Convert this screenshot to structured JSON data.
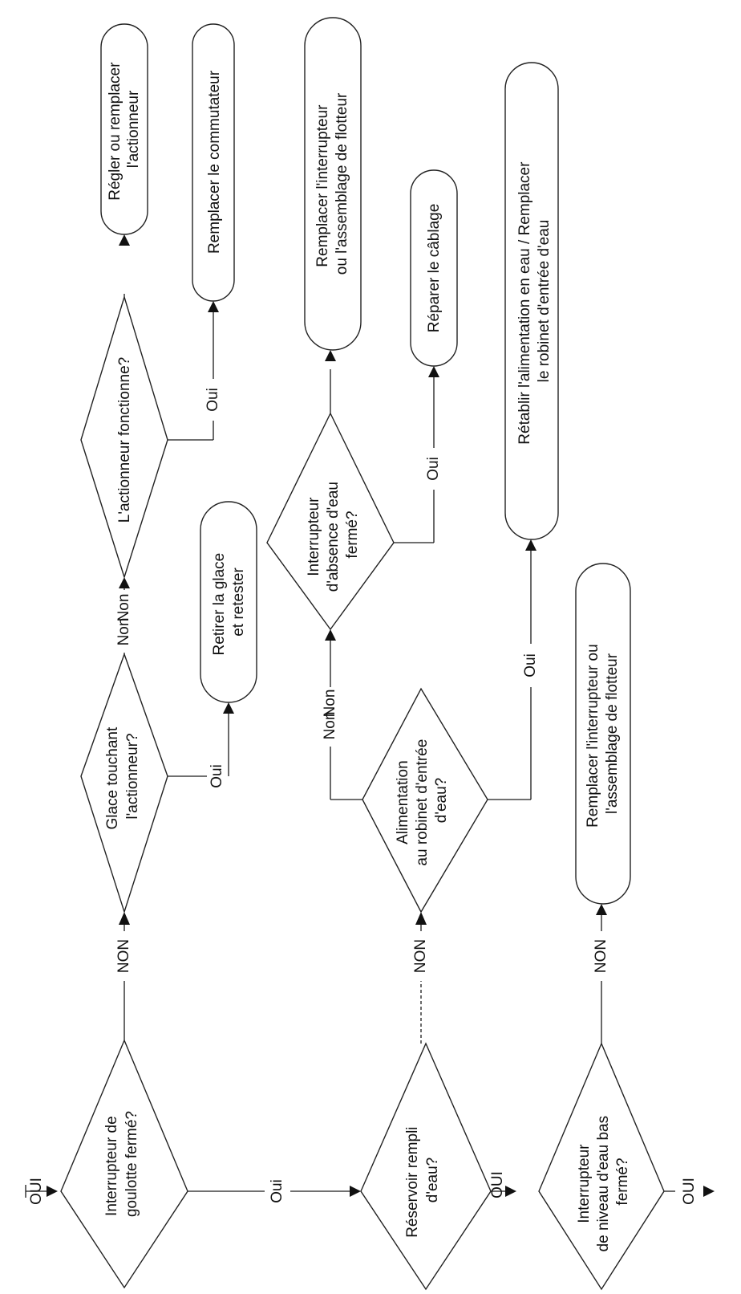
{
  "entry": "OUI",
  "exit": "OUI",
  "decisions": {
    "chute_switch": [
      "Interrupteur de",
      "goulotte fermé?"
    ],
    "ice_touching": [
      "Glace touchant",
      "l'actionneur?"
    ],
    "actuator_works": [
      "L'actionneur fonctionne?"
    ],
    "reservoir_full": [
      "Réservoir rempli",
      "d'eau?"
    ],
    "water_supply": [
      "Alimentation",
      "au robinet d'entrée",
      "d'eau?"
    ],
    "no_water_switch": [
      "Interrupteur",
      "d'absence d'eau",
      "fermé?"
    ],
    "low_level_switch": [
      "Interrupteur",
      "de niveau d'eau bas",
      "fermé?"
    ]
  },
  "terminals": {
    "adjust_actuator": [
      "Régler ou remplacer",
      "l'actionneur"
    ],
    "replace_switch": [
      "Remplacer le commutateur"
    ],
    "remove_ice": [
      "Retirer la glace",
      "et retester"
    ],
    "replace_float_1": [
      "Remplacer l'interrupteur",
      "ou l'assemblage de flotteur"
    ],
    "repair_wiring": [
      "Réparer le câblage"
    ],
    "restore_water": [
      "Rétablir l'alimentation en eau / Remplacer",
      "le robinet d'entrée d'eau"
    ],
    "replace_float_2": [
      "Remplacer l'interrupteur ou",
      "l'assemblage de flotteur"
    ]
  },
  "edge_labels": {
    "non_upper": "NON",
    "non_mid": "NON",
    "non_lower": "NON",
    "non_small": "Non",
    "oui_small": "Oui",
    "oui_upper": "OUI",
    "oui_lower": "OUI"
  }
}
